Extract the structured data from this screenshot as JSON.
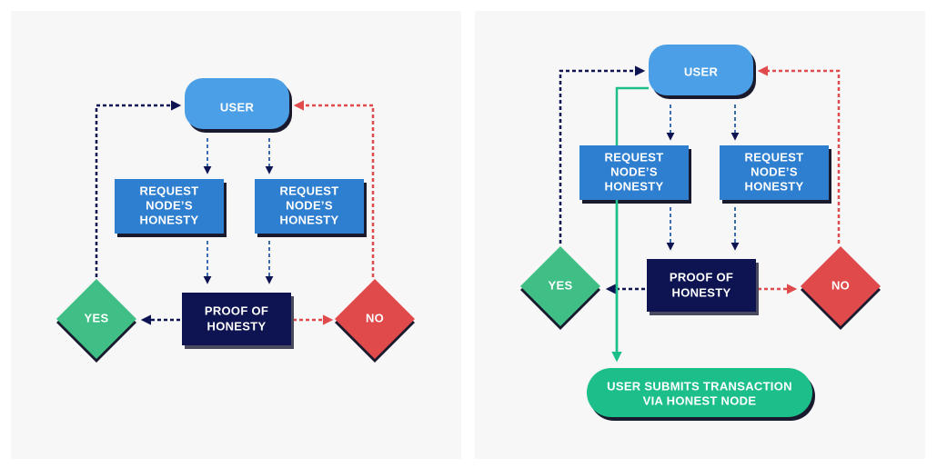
{
  "colors": {
    "user": "#4a9fe6",
    "request": "#2f7fd1",
    "proof": "#0e1452",
    "yes": "#3fbf85",
    "no": "#e04a4a",
    "submit": "#1cbf8a",
    "arrow_dark": "#0e1452",
    "arrow_blue": "#3b6fb0",
    "arrow_red": "#e04a4a",
    "arrow_green": "#1cbf8a",
    "shadow": "#1a1a2e"
  },
  "left": {
    "user": "USER",
    "request_a": [
      "REQUEST",
      "NODE’S",
      "HONESTY"
    ],
    "request_b": [
      "REQUEST",
      "NODE’S",
      "HONESTY"
    ],
    "proof": [
      "PROOF OF",
      "HONESTY"
    ],
    "yes": "YES",
    "no": "NO"
  },
  "right": {
    "user": "USER",
    "request_a": [
      "REQUEST",
      "NODE’S",
      "HONESTY"
    ],
    "request_b": [
      "REQUEST",
      "NODE’S",
      "HONESTY"
    ],
    "proof": [
      "PROOF OF",
      "HONESTY"
    ],
    "yes": "YES",
    "no": "NO",
    "submit": [
      "USER SUBMITS TRANSACTION",
      "VIA HONEST NODE"
    ]
  }
}
